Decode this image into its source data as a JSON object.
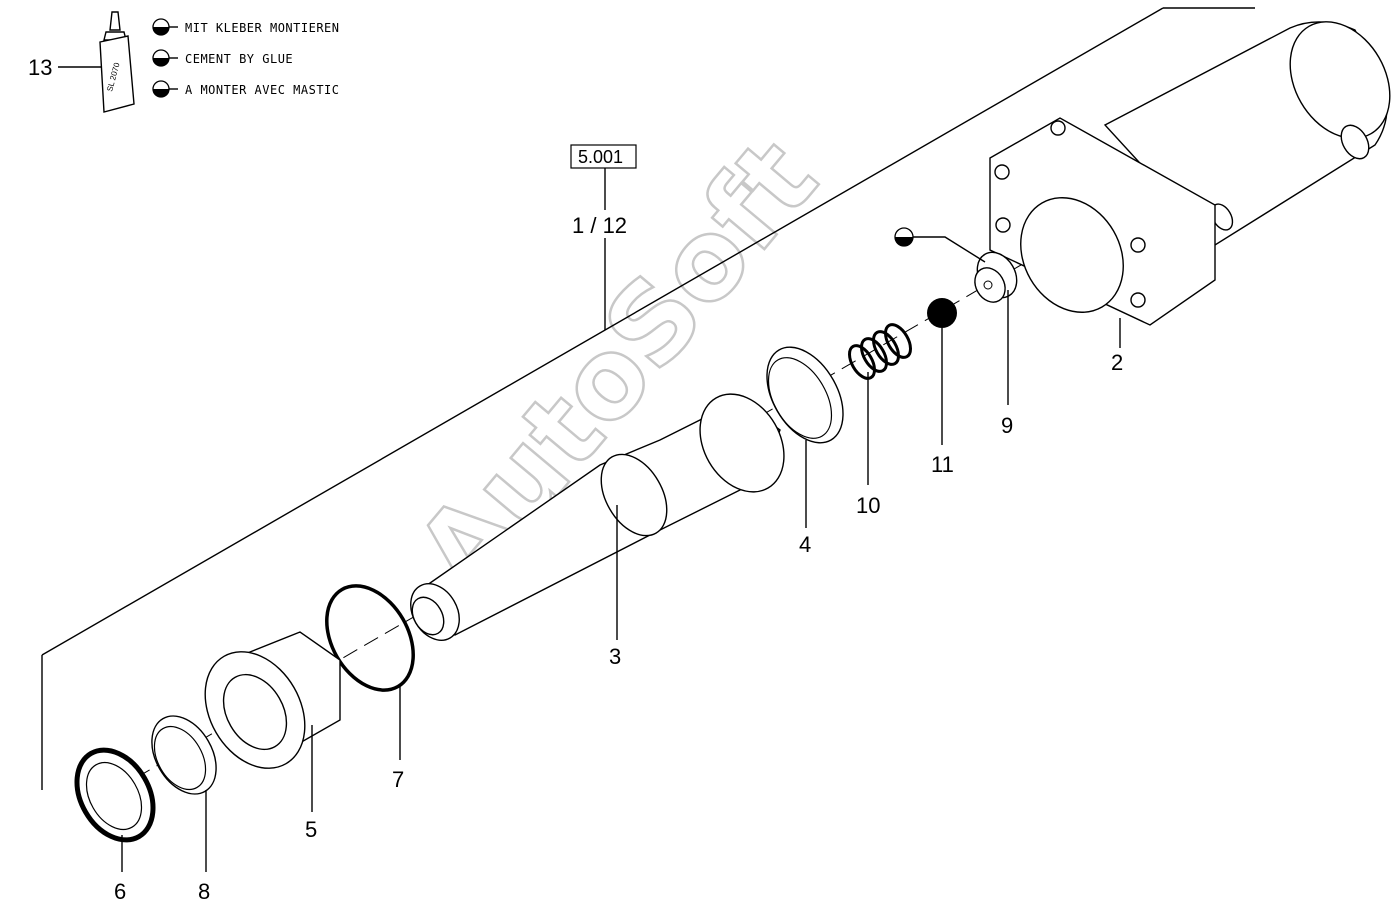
{
  "legend": {
    "part_number": "13",
    "bottle_text": "SL 2070",
    "items": [
      {
        "text": "MIT KLEBER MONTIEREN",
        "icon": "half-filled-circle-icon"
      },
      {
        "text": "CEMENT BY GLUE",
        "icon": "half-filled-circle-icon"
      },
      {
        "text": "A MONTER AVEC MASTIC",
        "icon": "half-filled-circle-icon"
      }
    ]
  },
  "reference": {
    "box": "5.001",
    "fraction": "1 / 12"
  },
  "watermark": "AutoSoft",
  "parts": {
    "p2": "2",
    "p3": "3",
    "p4": "4",
    "p5": "5",
    "p6": "6",
    "p7": "7",
    "p8": "8",
    "p9": "9",
    "p10": "10",
    "p11": "11"
  }
}
